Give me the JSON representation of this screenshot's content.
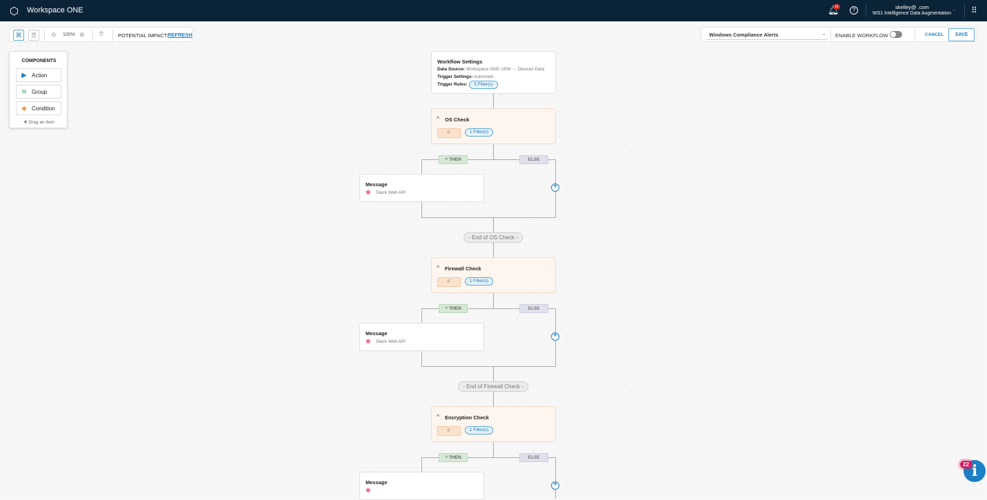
{
  "header": {
    "app_title": "Workspace ONE",
    "notification_count": "16",
    "user_email": "skelley@          .com",
    "org": "WS1 Intelligence Data Augmentation"
  },
  "toolbar": {
    "zoom": "100%",
    "impact_label": "POTENTIAL IMPACT:",
    "refresh": "REFRESH"
  },
  "right_toolbar": {
    "workflow_name": "Windows Compliance Alerts",
    "enable_label": "ENABLE WORKFLOW",
    "enabled": false,
    "cancel": "CANCEL",
    "save": "SAVE"
  },
  "components": {
    "title": "COMPONENTS",
    "items": [
      {
        "label": "Action",
        "icon": "play-icon",
        "color": "#1d7fc4"
      },
      {
        "label": "Group",
        "icon": "layers-icon",
        "color": "#5aa36a"
      },
      {
        "label": "Condition",
        "icon": "diamond-icon",
        "color": "#e8a060"
      }
    ],
    "hint": "Drag an item"
  },
  "settings": {
    "title": "Workflow Settings",
    "data_source_label": "Data Source:",
    "data_source": "Workspace ONE UEM → Devices Data",
    "trigger_settings_label": "Trigger Settings:",
    "trigger_settings": "Automatic",
    "trigger_rules_label": "Trigger Rules:",
    "trigger_rules": "5 Filter(s)"
  },
  "conditions": [
    {
      "title": "OS Check",
      "if": "IF",
      "filters": "1 Filter(s)",
      "then": "THEN",
      "else": "ELSE",
      "action_title": "Message",
      "action_service": "Slack Web API",
      "end": "- End of OS Check -"
    },
    {
      "title": "Firewall Check",
      "if": "IF",
      "filters": "1 Filter(s)",
      "then": "THEN",
      "else": "ELSE",
      "action_title": "Message",
      "action_service": "Slack Web API",
      "end": "- End of Firewall Check -"
    },
    {
      "title": "Encryption Check",
      "if": "IF",
      "filters": "1 Filter(s)",
      "then": "THEN",
      "else": "ELSE",
      "action_title": "Message",
      "action_service": "",
      "end": ""
    }
  ],
  "help_badge": "22"
}
